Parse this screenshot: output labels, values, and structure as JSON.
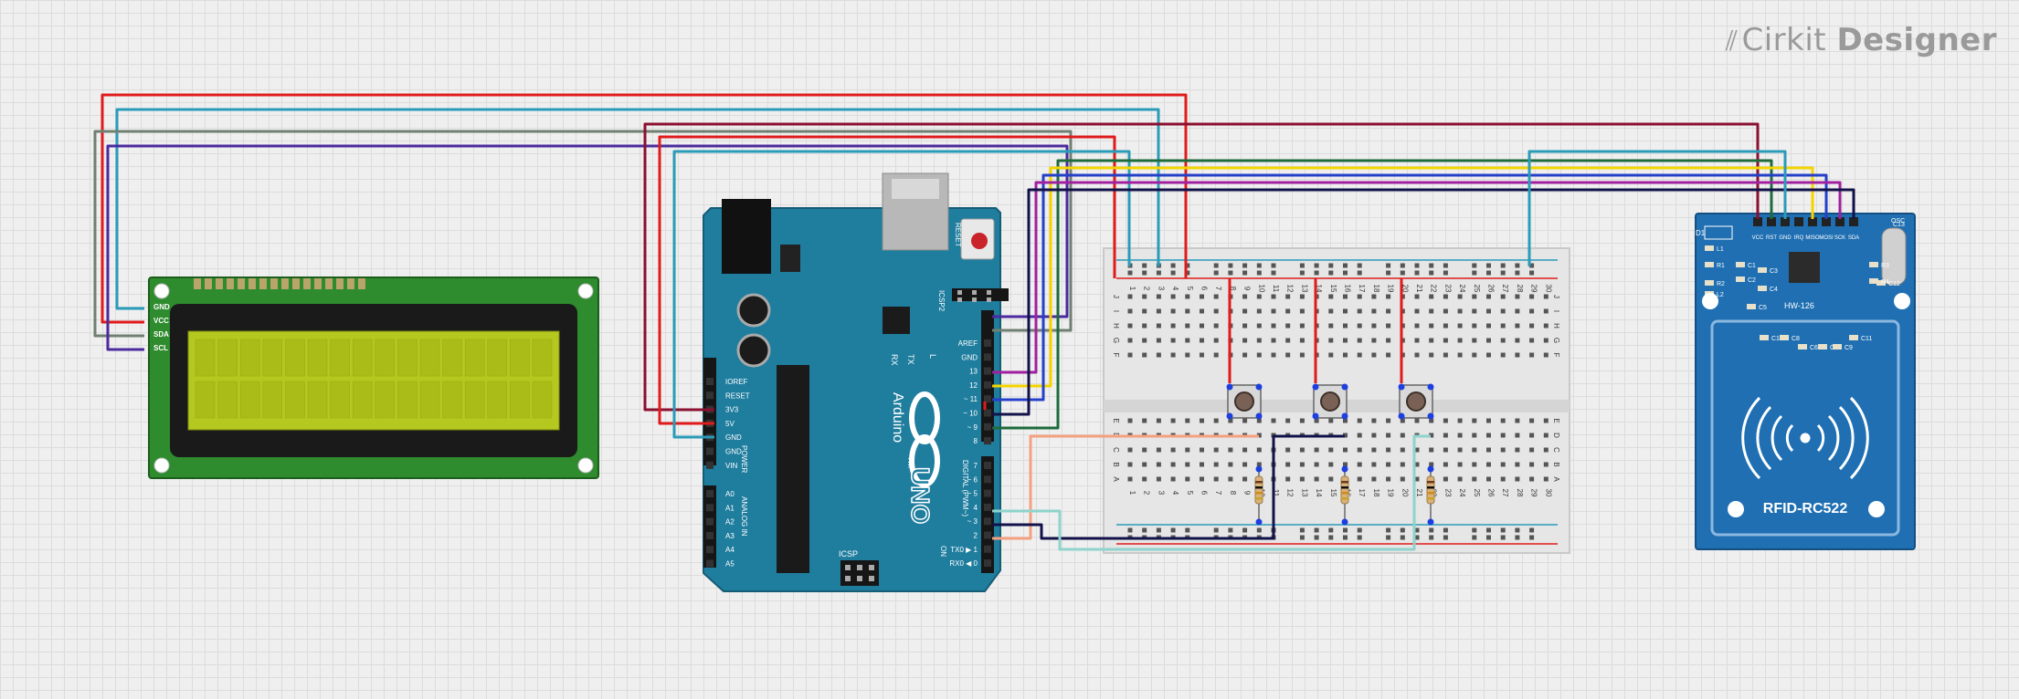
{
  "logo": {
    "brand": "Cirkit",
    "product": "Designer"
  },
  "lcd": {
    "pins": [
      "GND",
      "VCC",
      "SDA",
      "SCL"
    ]
  },
  "arduino": {
    "brand": "Arduino",
    "model": "UNO",
    "tm": "TM",
    "reset_label": "RESET",
    "icsp2_label": "ICSP2",
    "icsp_label": "ICSP",
    "on_label": "ON",
    "tx_label": "TX",
    "rx_label": "RX",
    "l_label": "L",
    "power_label": "POWER",
    "analog_label": "ANALOG IN",
    "digital_label": "DIGITAL (PWM~)",
    "power_pins": [
      "IOREF",
      "RESET",
      "3V3",
      "5V",
      "GND",
      "GND",
      "VIN"
    ],
    "analog_pins": [
      "A0",
      "A1",
      "A2",
      "A3",
      "A4",
      "A5"
    ],
    "digital_pins_top": [
      "AREF",
      "GND",
      "13",
      "12",
      "~ 11",
      "~ 10",
      "~ 9",
      "8"
    ],
    "digital_pins_bottom": [
      "7",
      "~ 6",
      "~ 5",
      "4",
      "~ 3",
      "2",
      "TX0 ▶ 1",
      "RX0 ◀ 0"
    ]
  },
  "breadboard": {
    "row_letters_top": [
      "J",
      "I",
      "H",
      "G",
      "F"
    ],
    "row_letters_bottom": [
      "E",
      "D",
      "C",
      "B",
      "A"
    ],
    "columns": [
      "1",
      "2",
      "3",
      "4",
      "5",
      "6",
      "7",
      "8",
      "9",
      "10",
      "11",
      "12",
      "13",
      "14",
      "15",
      "16",
      "17",
      "18",
      "19",
      "20",
      "21",
      "22",
      "23",
      "24",
      "25",
      "26",
      "27",
      "28",
      "29",
      "30"
    ]
  },
  "rfid": {
    "title": "RFID-RC522",
    "chip_label": "HW-126",
    "pins": [
      "VCC",
      "RST",
      "GND",
      "IRQ",
      "MISO",
      "MOSI",
      "SCK",
      "SDA"
    ],
    "components": [
      "C13",
      "OSC",
      "C10",
      "C8",
      "C6",
      "C7",
      "C9",
      "C11",
      "C12",
      "R1",
      "R2",
      "C1",
      "C2",
      "C3",
      "C4",
      "C5",
      "L1",
      "L2",
      "R3",
      "R4"
    ],
    "aux_label": "D1"
  },
  "wire_colors": {
    "red": "#e01b1b",
    "teal": "#2a9bb8",
    "gray": "#6f7f72",
    "purple": "#4b2a9e",
    "maroon": "#8b0f2f",
    "green": "#1e6b3c",
    "yellow": "#f3d400",
    "blue": "#2540c8",
    "magenta": "#a020a0",
    "navy": "#12124a",
    "salmon": "#f5a080",
    "lightteal": "#8fd3cc"
  }
}
